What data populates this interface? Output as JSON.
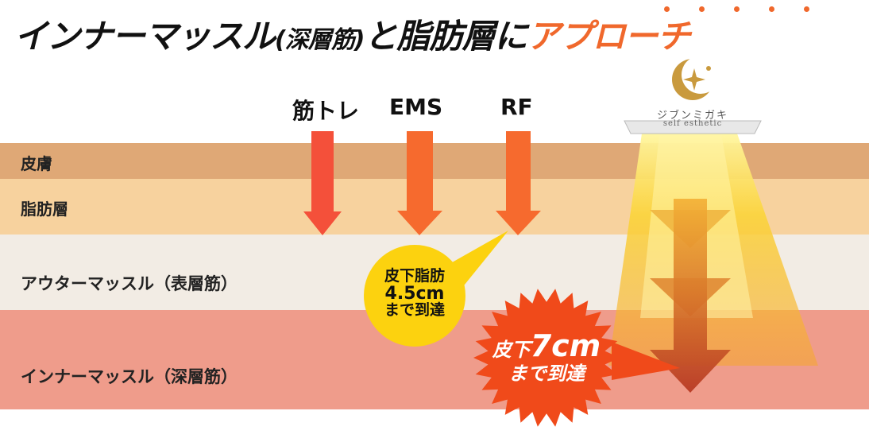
{
  "title": {
    "part1": "インナーマッスル",
    "part2": "(深層筋)",
    "part3": "と脂肪層に",
    "part4": "アプローチ"
  },
  "layers": [
    {
      "label": "皮膚",
      "color": "#dfa876"
    },
    {
      "label": "脂肪層",
      "color": "#f7d29e"
    },
    {
      "label": "アウターマッスル（表層筋）",
      "color": "#f2ece4"
    },
    {
      "label": "インナーマッスル（深層筋）",
      "color": "#ef9c8b"
    }
  ],
  "methods": [
    {
      "label": "筋トレ",
      "color": "#f4503a"
    },
    {
      "label": "EMS",
      "color": "#f66a2e"
    },
    {
      "label": "RF",
      "color": "#f66a2e"
    }
  ],
  "callout_yellow": {
    "line1": "皮下脂肪",
    "line2": "4.5cm",
    "line3": "まで到達",
    "color": "#fcd20f"
  },
  "callout_star": {
    "line1_a": "皮下",
    "line1_b": "7cm",
    "line2": "まで到達",
    "color": "#f04a1a"
  },
  "logo": {
    "name": "ジブンミガキ",
    "sub": "self esthetic",
    "icon": "crescent-sparkle-icon"
  }
}
